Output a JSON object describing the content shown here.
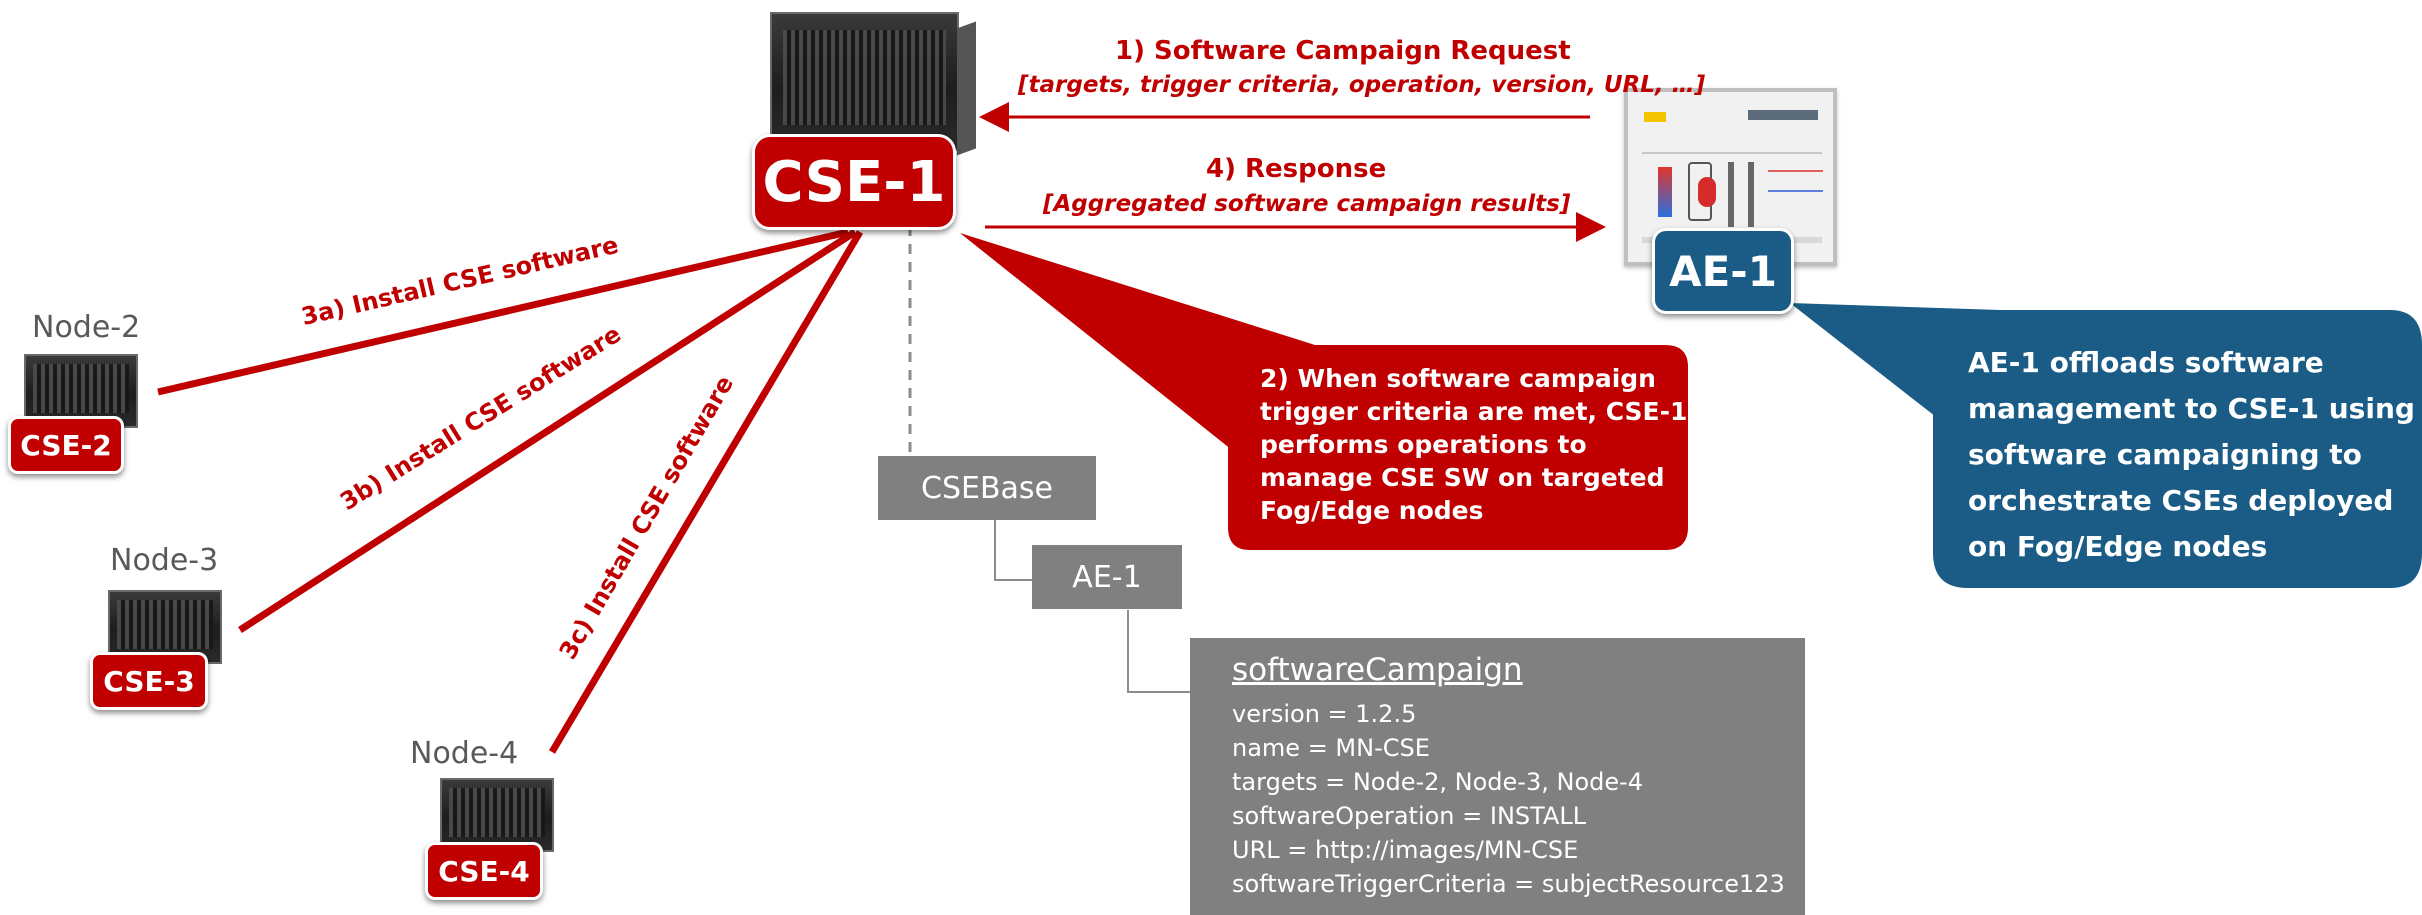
{
  "colors": {
    "accent_red": "#c00000",
    "ae_blue": "#1a5c86",
    "tree_gray": "#808080",
    "label_gray": "#595959"
  },
  "nodes": {
    "cse1": {
      "badge": "CSE-1"
    },
    "ae1": {
      "badge": "AE-1"
    },
    "node2": {
      "label": "Node-2",
      "badge": "CSE-2"
    },
    "node3": {
      "label": "Node-3",
      "badge": "CSE-3"
    },
    "node4": {
      "label": "Node-4",
      "badge": "CSE-4"
    }
  },
  "messages": {
    "request_title": "1) Software Campaign Request",
    "request_params": "[targets, trigger criteria, operation, version, URL, …]",
    "response_title": "4) Response",
    "response_params": "[Aggregated software campaign results]",
    "install_a": "3a) Install CSE software",
    "install_b": "3b) Install CSE software",
    "install_c": "3c) Install CSE software"
  },
  "callouts": {
    "cse1_lines": [
      "2) When software campaign",
      "trigger criteria are met, CSE-1",
      "performs operations to",
      "manage CSE SW on targeted",
      "Fog/Edge nodes"
    ],
    "ae1_lines": [
      "AE-1 offloads software",
      "management to CSE-1 using",
      "software campaigning to",
      "orchestrate CSEs deployed",
      "on Fog/Edge nodes"
    ]
  },
  "tree": {
    "root": "CSEBase",
    "child": "AE-1",
    "resource": {
      "title": "softwareCampaign",
      "attributes": [
        "version = 1.2.5",
        "name = MN-CSE",
        "targets = Node-2, Node-3, Node-4",
        "softwareOperation = INSTALL",
        "URL = http://images/MN-CSE",
        "softwareTriggerCriteria = subjectResource123"
      ]
    }
  }
}
